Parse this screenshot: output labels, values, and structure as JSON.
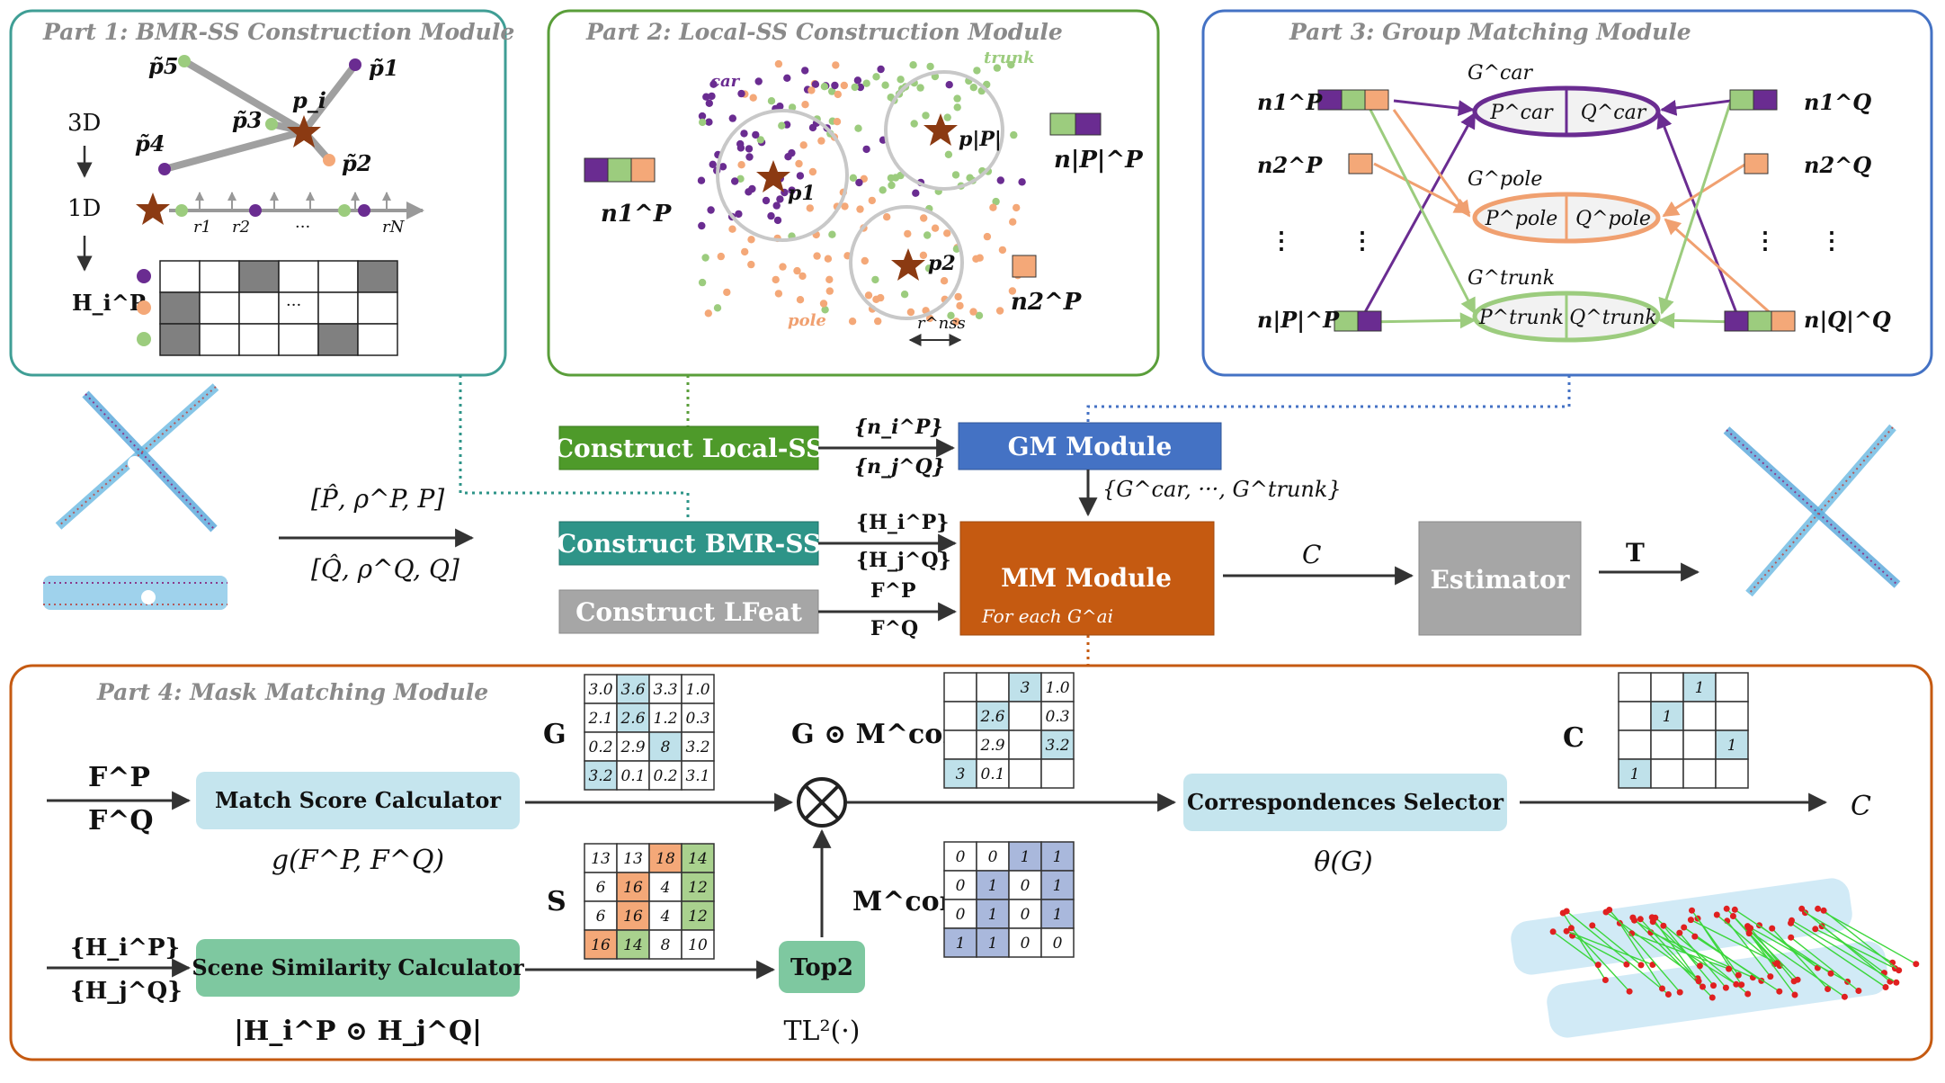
{
  "parts": {
    "p1": "Part 1: BMR-SS Construction Module",
    "p2": "Part 2: Local-SS Construction Module",
    "p3": "Part 3: Group Matching Module",
    "p4": "Part 4: Mask Matching Module"
  },
  "part1": {
    "points": [
      "p̃5",
      "p̃1",
      "p_i",
      "p̃3",
      "p̃4",
      "p̃2"
    ],
    "dims": [
      "3D",
      "1D"
    ],
    "h_label": "H_i^P",
    "ring_labels": [
      "r1",
      "r2",
      "···",
      "rN"
    ],
    "hist_ellipsis": "···",
    "hist_pattern": [
      [
        0,
        0,
        1,
        0,
        0,
        1
      ],
      [
        1,
        0,
        0,
        0,
        0,
        0
      ],
      [
        1,
        0,
        0,
        0,
        1,
        0
      ]
    ]
  },
  "part2": {
    "class_labels": {
      "car": "car",
      "trunk": "trunk",
      "pole": "pole"
    },
    "point_labels": [
      "p1",
      "p|P|",
      "p2"
    ],
    "n_labels": [
      "n1^P",
      "n|P|^P",
      "n2^P"
    ],
    "radius_label": "r^nss"
  },
  "part3": {
    "groups": [
      {
        "name": "G^car",
        "left": "P^car",
        "right": "Q^car",
        "color": "#6a2c91"
      },
      {
        "name": "G^pole",
        "left": "P^pole",
        "right": "Q^pole",
        "color": "#f0a070"
      },
      {
        "name": "G^trunk",
        "left": "P^trunk",
        "right": "Q^trunk",
        "color": "#9ccc7e"
      }
    ],
    "left_nodes": [
      "n1^P",
      "n2^P",
      "⋮",
      "n|P|^P"
    ],
    "right_nodes": [
      "n1^Q",
      "n2^Q",
      "⋮",
      "n|Q|^Q"
    ],
    "colors": {
      "purple": "#6a2c91",
      "green": "#9ccc7e",
      "orange": "#f4a878"
    }
  },
  "pipeline": {
    "blocks": {
      "local_ss": "Construct Local-SS",
      "bmr_ss": "Construct BMR-SS",
      "lfeat": "Construct LFeat",
      "gm": "GM Module",
      "mm": "MM Module",
      "mm_sub": "For each G^ai",
      "estimator": "Estimator"
    },
    "input_labels": [
      "[P̂, ρ^P, P]",
      "[Q̂, ρ^Q, Q]"
    ],
    "edge_labels": {
      "n": [
        "{n_i^P}",
        "{n_j^Q}"
      ],
      "h": [
        "{H_i^P}",
        "{H_j^Q}"
      ],
      "f": [
        "F^P",
        "F^Q"
      ],
      "groups": "{G^car, ···, G^trunk}",
      "corr": "C",
      "transform": "T"
    },
    "colors": {
      "local_ss": "#4e9a2a",
      "bmr_ss": "#2e9488",
      "lfeat": "#a6a6a6",
      "gm": "#4472c4",
      "mm": "#c55a11",
      "estimator": "#a6a6a6"
    }
  },
  "part4": {
    "inputs": {
      "f": [
        "F^P",
        "F^Q"
      ],
      "h": [
        "{H_i^P}",
        "{H_j^Q}"
      ]
    },
    "blocks": {
      "match": "Match Score Calculator",
      "match_formula": "g(F^P, F^Q)",
      "scene": "Scene Similarity Calculator",
      "scene_formula": "|H_i^P ⊙ H_j^Q|",
      "top2": "Top2",
      "top2_formula": "TL²(·)",
      "selector": "Correspondences Selector",
      "selector_formula": "θ(G)"
    },
    "matrix_labels": {
      "G": "G",
      "S": "S",
      "GM": "G ⊙ M^cons",
      "M": "M^cons",
      "C": "C",
      "out": "C"
    },
    "G": [
      [
        "3.0",
        "3.6",
        "3.3",
        "1.0"
      ],
      [
        "2.1",
        "2.6",
        "1.2",
        "0.3"
      ],
      [
        "0.2",
        "2.9",
        "8",
        "3.2"
      ],
      [
        "3.2",
        "0.1",
        "0.2",
        "3.1"
      ]
    ],
    "G_hl": [
      [
        0,
        1,
        0,
        0
      ],
      [
        0,
        1,
        0,
        0
      ],
      [
        0,
        0,
        1,
        0
      ],
      [
        1,
        0,
        0,
        0
      ]
    ],
    "S": [
      [
        "13",
        "13",
        "18",
        "14"
      ],
      [
        "6",
        "16",
        "4",
        "12"
      ],
      [
        "6",
        "16",
        "4",
        "12"
      ],
      [
        "16",
        "14",
        "8",
        "10"
      ]
    ],
    "S_hl": [
      [
        "",
        "",
        "o",
        "g"
      ],
      [
        "",
        "o",
        "",
        "g"
      ],
      [
        "",
        "o",
        "",
        "g"
      ],
      [
        "o",
        "g",
        "",
        ""
      ]
    ],
    "GM": [
      [
        "",
        "",
        "3",
        "1.0"
      ],
      [
        "",
        "2.6",
        "",
        "0.3"
      ],
      [
        "",
        "2.9",
        "",
        "3.2"
      ],
      [
        "3",
        "0.1",
        "",
        ""
      ]
    ],
    "GM_hl": [
      [
        0,
        0,
        1,
        0
      ],
      [
        0,
        1,
        0,
        0
      ],
      [
        0,
        0,
        0,
        1
      ],
      [
        1,
        0,
        0,
        0
      ]
    ],
    "M": [
      [
        "0",
        "0",
        "1",
        "1"
      ],
      [
        "0",
        "1",
        "0",
        "1"
      ],
      [
        "0",
        "1",
        "0",
        "1"
      ],
      [
        "1",
        "1",
        "0",
        "0"
      ]
    ],
    "C": [
      [
        "",
        "",
        "1",
        ""
      ],
      [
        "",
        "1",
        "",
        ""
      ],
      [
        "",
        "",
        "",
        "1"
      ],
      [
        "1",
        "",
        "",
        ""
      ]
    ]
  }
}
